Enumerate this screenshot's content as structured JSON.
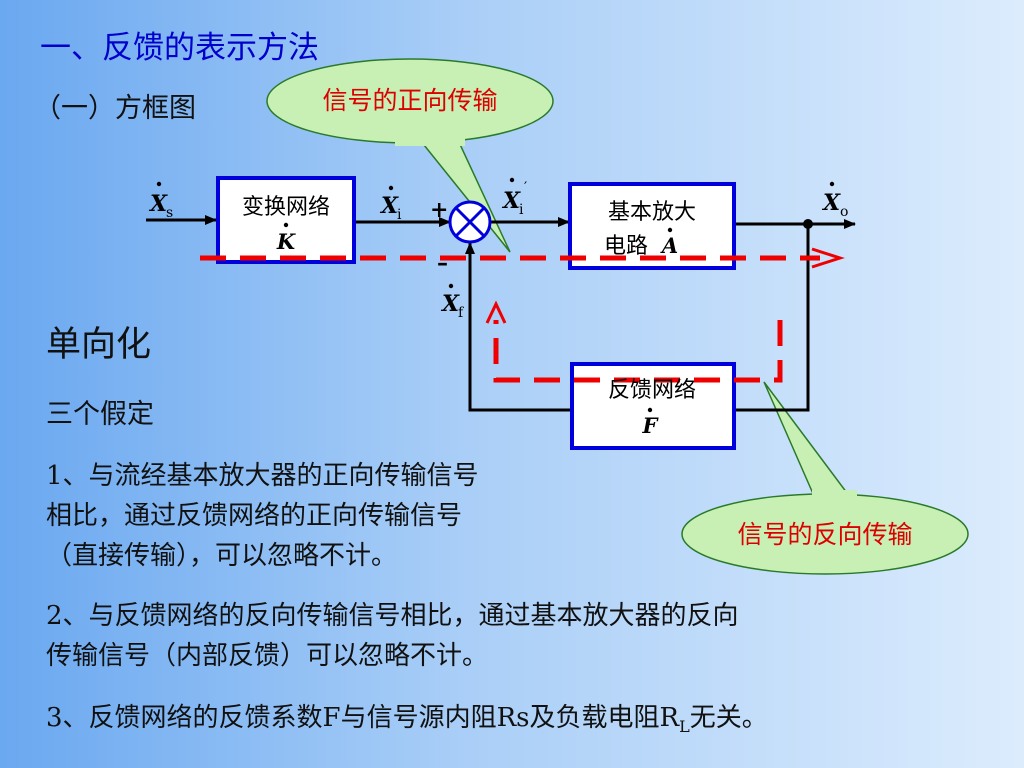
{
  "slide": {
    "title": "一、反馈的表示方法",
    "subtitle": "（一）方框图",
    "heading": "单向化",
    "assumptions_label": "三个假定",
    "points": [
      [
        "1、与流经基本放大器的正向传输信号",
        "相比，通过反馈网络的正向传输信号",
        "（直接传输），可以忽略不计。"
      ],
      [
        "2、与反馈网络的反向传输信号相比，通过基本放大器的反向",
        "传输信号（内部反馈）可以忽略不计。"
      ],
      [
        "3、反馈网络的反馈系数F与信号源内阻Rs及负载电阻R",
        "L",
        "无关。"
      ]
    ]
  },
  "diagram": {
    "callout_forward": "信号的正向传输",
    "callout_reverse": "信号的反向传输",
    "block_transform": {
      "label": "变换网络",
      "symbol": "K"
    },
    "block_amplifier": {
      "label_line1": "基本放大",
      "label_line2": "电路",
      "symbol": "A"
    },
    "block_feedback": {
      "label": "反馈网络",
      "symbol": "F"
    },
    "sig_source": {
      "symbol": "X",
      "sub": "s"
    },
    "sig_input": {
      "symbol": "X",
      "sub": "i"
    },
    "sig_net_input": {
      "symbol": "X",
      "sub": "i",
      "prime": "′"
    },
    "sig_output": {
      "symbol": "X",
      "sub": "o"
    },
    "sig_feedback": {
      "symbol": "X",
      "sub": "f"
    },
    "plus_sign": "+",
    "minus_sign": "–",
    "colors": {
      "block_border": "#0000dd",
      "path_dashed": "#ee0000",
      "callout_fill": "#c8f0b4",
      "callout_text": "#dd0000",
      "title": "#0000cc"
    }
  }
}
